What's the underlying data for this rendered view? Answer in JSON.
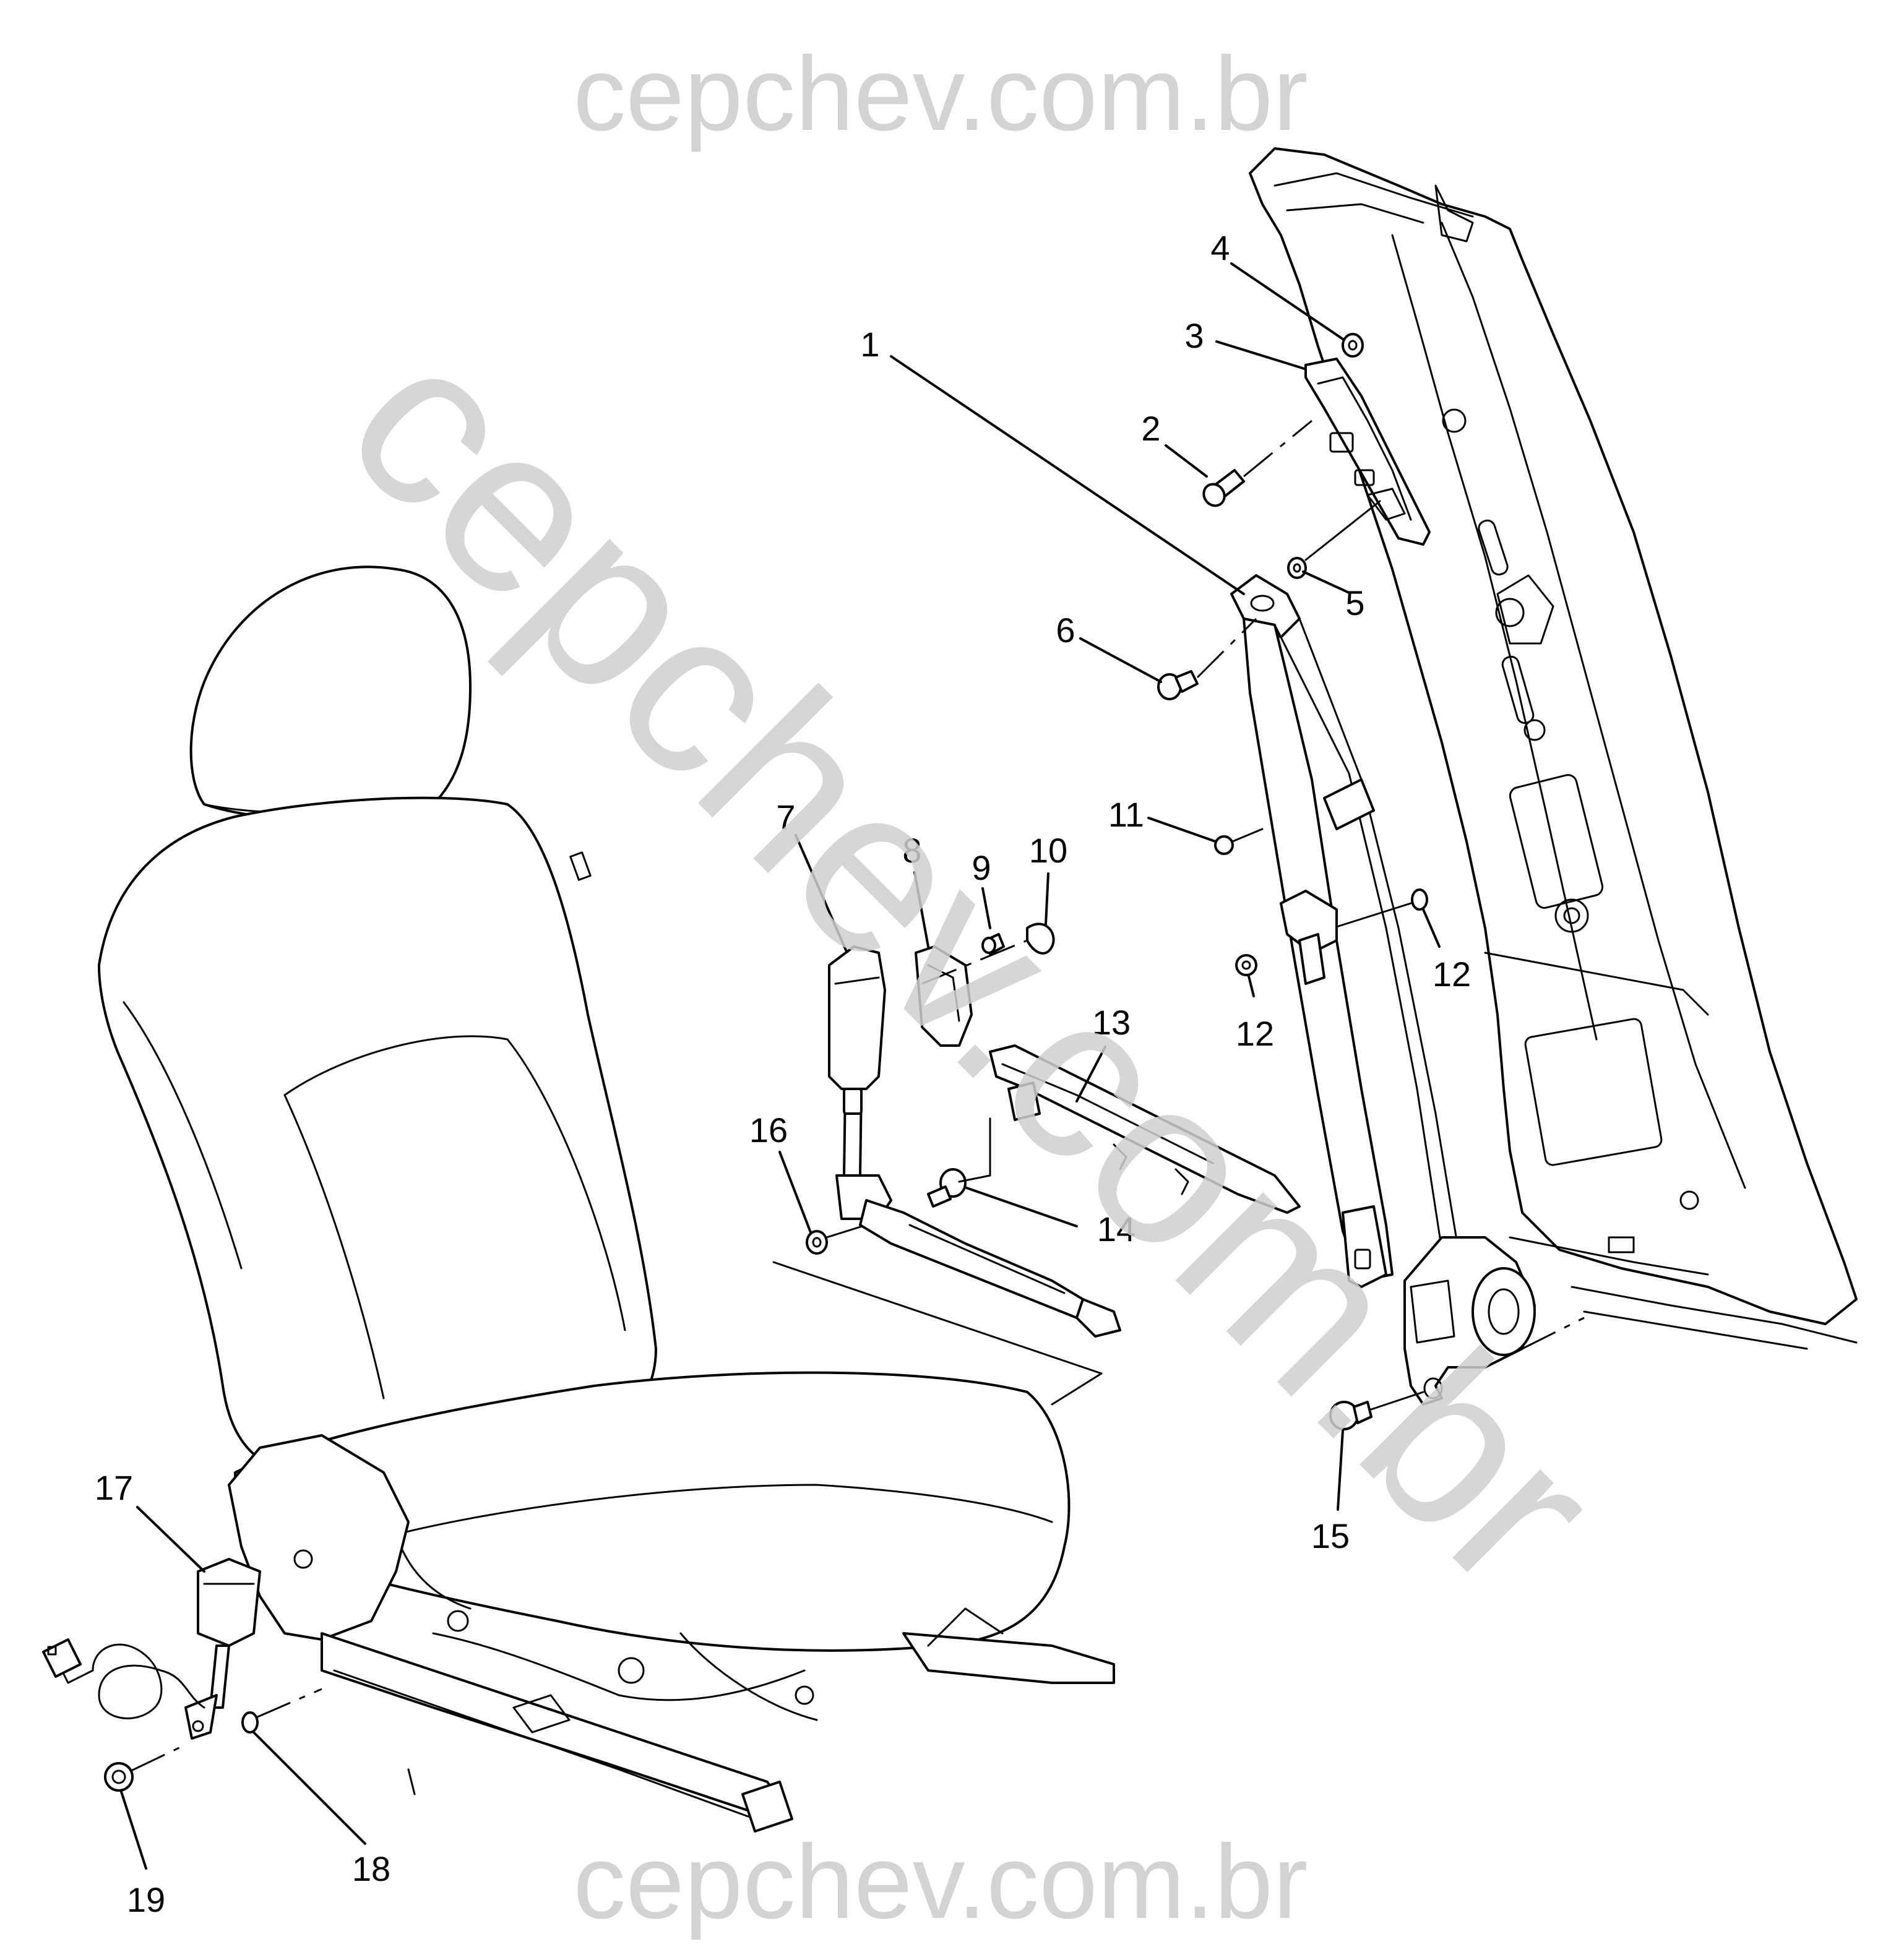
{
  "watermarks": {
    "top": "cepchev.com.br",
    "bottom": "cepchev.com.br",
    "diagonal": "cepchev.com.br"
  },
  "callouts": [
    {
      "id": "c1",
      "label": "1"
    },
    {
      "id": "c2",
      "label": "2"
    },
    {
      "id": "c3",
      "label": "3"
    },
    {
      "id": "c4",
      "label": "4"
    },
    {
      "id": "c5",
      "label": "5"
    },
    {
      "id": "c6",
      "label": "6"
    },
    {
      "id": "c7",
      "label": "7"
    },
    {
      "id": "c8",
      "label": "8"
    },
    {
      "id": "c9",
      "label": "9"
    },
    {
      "id": "c10",
      "label": "10"
    },
    {
      "id": "c11",
      "label": "11"
    },
    {
      "id": "c12a",
      "label": "12"
    },
    {
      "id": "c12b",
      "label": "12"
    },
    {
      "id": "c13",
      "label": "13"
    },
    {
      "id": "c14",
      "label": "14"
    },
    {
      "id": "c15",
      "label": "15"
    },
    {
      "id": "c16",
      "label": "16"
    },
    {
      "id": "c17",
      "label": "17"
    },
    {
      "id": "c18",
      "label": "18"
    },
    {
      "id": "c19",
      "label": "19"
    }
  ],
  "colors": {
    "line": "#000000",
    "background": "#ffffff",
    "watermark": "#cfcfcf"
  }
}
